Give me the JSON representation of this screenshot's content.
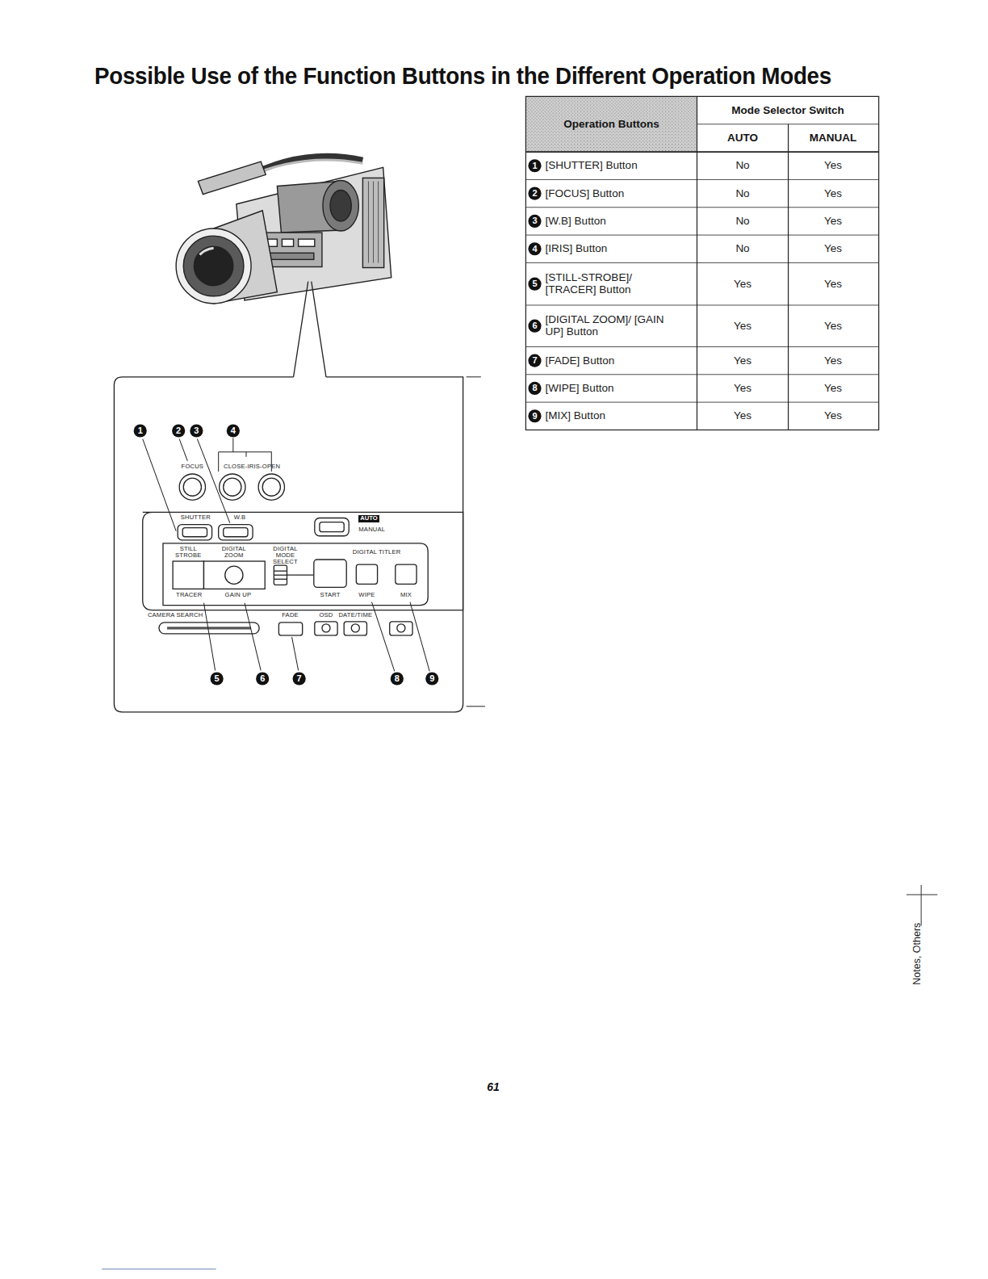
{
  "diagram": {
    "title": "Possible Use of the Function Buttons in the Different Operation Modes",
    "labels": [
      "Operation Buttons",
      "Mode Selector Switch",
      "AUTO",
      "MANUAL",
      "1",
      "[SHUTTER] Button",
      "No",
      "Yes",
      "2",
      "[FOCUS] Button",
      "No",
      "Yes",
      "3",
      "[W.B] Button",
      "No",
      "Yes",
      "4",
      "[IRIS] Button",
      "No",
      "Yes",
      "5",
      "[STILL-STROBE]/ [TRACER] Button",
      "Yes",
      "Yes",
      "6",
      "[DIGITAL ZOOM]/ [GAIN UP] Button",
      "Yes",
      "Yes",
      "7",
      "[FADE] Button",
      "Yes",
      "Yes",
      "8",
      "[WIPE] Button",
      "Yes",
      "Yes",
      "9",
      "[MIX] Button",
      "Yes",
      "Yes",
      "1",
      "2",
      "3",
      "4",
      "5",
      "6",
      "7",
      "8",
      "9",
      "FOCUS",
      "CLOSE-IRIS-OPEN",
      "SHUTTER",
      "W.B",
      "AUTO",
      "MANUAL",
      "STILL STROBE",
      "DIGITAL ZOOM",
      "DIGITAL MODE SELECT",
      "DIGITAL TITLER",
      "TRACER",
      "GAIN UP",
      "START",
      "WIPE",
      "MIX",
      "CAMERA SEARCH",
      "FADE",
      "OSD",
      "DATE/TIME",
      "61",
      "Notes, Others"
    ]
  }
}
